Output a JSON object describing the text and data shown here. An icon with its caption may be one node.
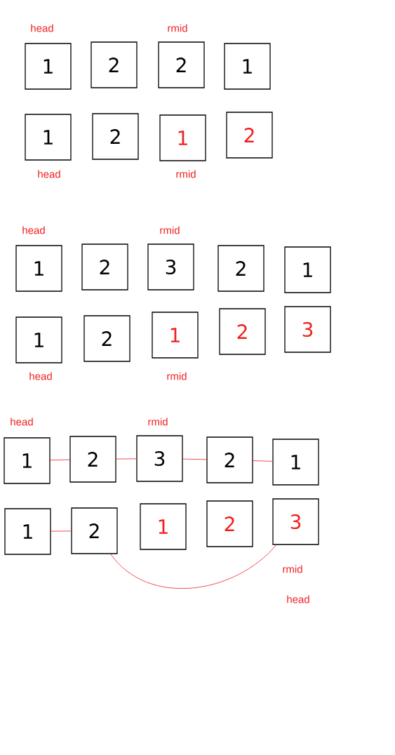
{
  "diagram": {
    "nodes": [
      {
        "text": [
          "1"
        ],
        "beside": [
          "head"
        ]
      },
      {
        "text": [
          "2"
        ]
      },
      {
        "text": [
          "2"
        ],
        "beside": [
          "rmid"
        ]
      },
      {
        "text": [
          "1"
        ]
      },
      {
        "text": [
          "1"
        ],
        "beside": [
          "head"
        ]
      },
      {
        "text": [
          "2"
        ]
      },
      {
        "text": [
          "1"
        ],
        "beside": [
          "rmid"
        ]
      },
      {
        "text": [
          "2"
        ]
      },
      {
        "text": [
          "1"
        ],
        "beside": [
          "head"
        ]
      },
      {
        "text": [
          "2"
        ]
      },
      {
        "text": [
          "3"
        ],
        "beside": [
          "rmid"
        ]
      },
      {
        "text": [
          "2"
        ]
      },
      {
        "text": [
          "1"
        ]
      },
      {
        "text": [
          "1"
        ],
        "beside": [
          "head"
        ]
      },
      {
        "text": [
          "2"
        ]
      },
      {
        "text": [
          "1"
        ],
        "beside": [
          "rmid"
        ]
      },
      {
        "text": [
          "2"
        ]
      },
      {
        "text": [
          "3"
        ]
      },
      {
        "text": [
          "1"
        ],
        "beside": [
          "head"
        ]
      },
      {
        "text": [
          "2"
        ]
      },
      {
        "text": [
          "3"
        ],
        "beside": [
          "rmid"
        ]
      },
      {
        "text": [
          "2"
        ]
      },
      {
        "text": [
          "1"
        ]
      },
      {
        "text": [
          "1"
        ]
      },
      {
        "text": [
          "2"
        ]
      },
      {
        "text": [
          "1"
        ]
      },
      {
        "text": [
          "2"
        ]
      },
      {
        "text": [
          "3"
        ],
        "beside": [
          "rmid",
          "head"
        ]
      }
    ],
    "edges": [
      {
        "from": 18,
        "to": 19,
        "arrow": "none"
      },
      {
        "from": 19,
        "to": 20,
        "arrow": "none"
      },
      {
        "from": 20,
        "to": 21,
        "arrow": "none"
      },
      {
        "from": 21,
        "to": 22,
        "arrow": "none"
      },
      {
        "from": 23,
        "to": 24,
        "arrow": "none"
      },
      {
        "from": 24,
        "to": 27,
        "arrow": "none"
      }
    ]
  }
}
